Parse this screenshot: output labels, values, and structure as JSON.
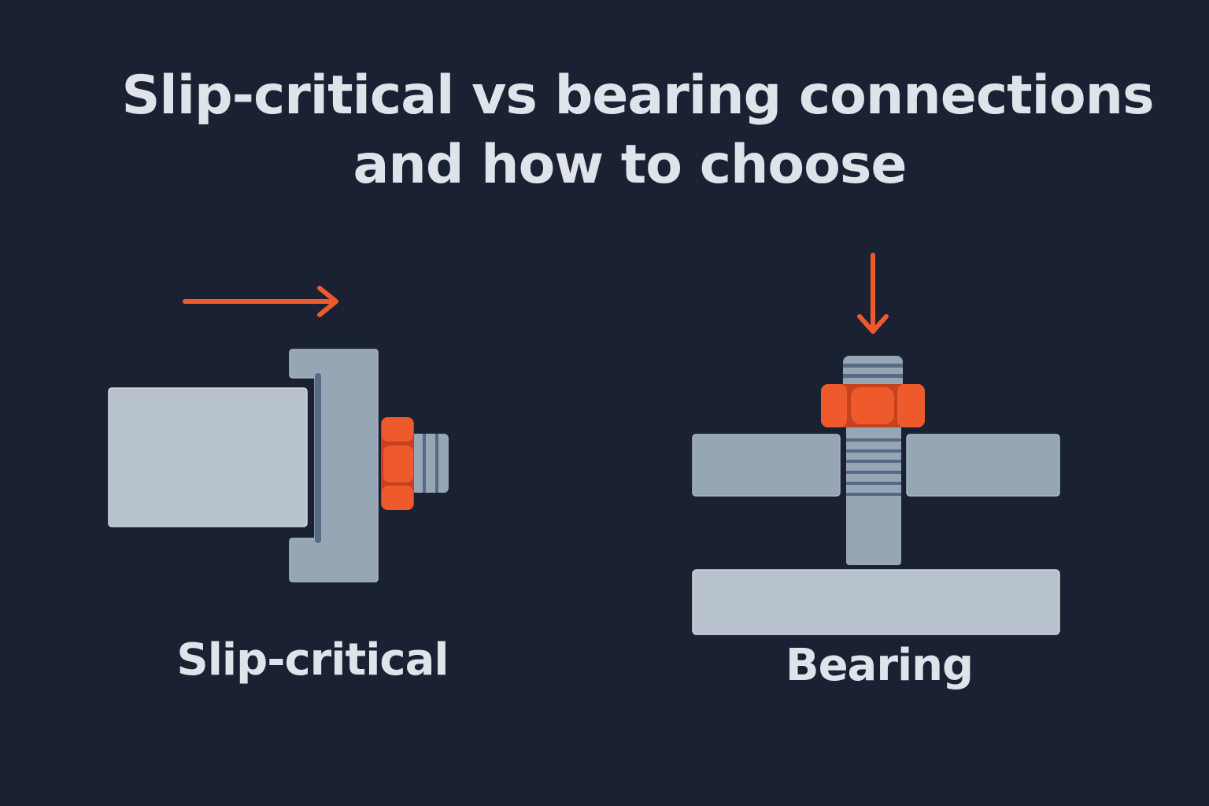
{
  "title": {
    "line1": "Slip-critical vs bearing connections",
    "line2": "and how to choose"
  },
  "diagrams": {
    "slip_critical": {
      "label": "Slip-critical",
      "force_direction": "horizontal"
    },
    "bearing": {
      "label": "Bearing",
      "force_direction": "vertical"
    }
  },
  "colors": {
    "background": "#192132",
    "text": "#dfe3ea",
    "accent": "#ee5a2c",
    "steel_light": "#b8c2cc",
    "steel": "#97a6b5",
    "steel_dark": "#566a85"
  }
}
